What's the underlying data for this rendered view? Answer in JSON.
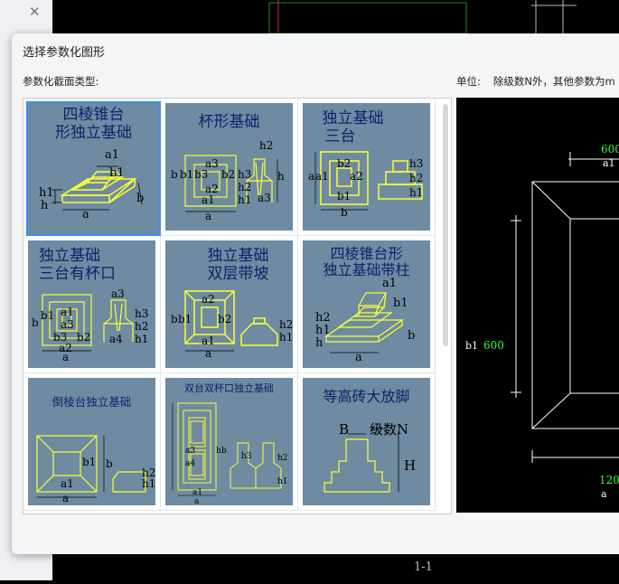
{
  "background": {
    "close_glyph": "✕",
    "section_label": "1-1"
  },
  "dialog": {
    "title": "选择参数化图形",
    "type_label": "参数化截面类型:",
    "unit_label": "单位:",
    "unit_desc": "除级数N外，其他参数为m"
  },
  "colors": {
    "thumb_bg": "#6e8ba2",
    "thumb_title": "#0e1f6b",
    "shape_line": "#ffff33",
    "selected_border": "#3d8ff0",
    "dim_green": "#33ff33"
  },
  "gallery": {
    "selected_index": 0,
    "items": [
      {
        "title": [
          "四棱锥台",
          "形独立基础"
        ],
        "icon": "pyramid-frustum-footing-icon",
        "labels": {
          "a1": "a1",
          "b1": "b1",
          "h1": "h1",
          "h": "h",
          "a": "a",
          "b": "b"
        }
      },
      {
        "title": [
          "杯形基础"
        ],
        "icon": "cup-footing-icon",
        "labels": {
          "a1": "a1",
          "a2": "a2",
          "a3": "a3",
          "b": "b",
          "b1": "b1",
          "b2": "b2",
          "b3": "b3",
          "h1": "h1",
          "h2": "h2",
          "h3": "h3",
          "h": "h",
          "a": "a"
        }
      },
      {
        "title": [
          "独立基础",
          "三台"
        ],
        "icon": "three-step-footing-icon",
        "labels": {
          "a": "a",
          "a1": "a1",
          "a2": "a2",
          "b": "b",
          "b1": "b1",
          "b2": "b2",
          "h1": "h1",
          "h2": "h2",
          "h3": "h3"
        }
      },
      {
        "title": [
          "独立基础",
          "三台有杯口"
        ],
        "icon": "three-step-cup-footing-icon",
        "labels": {
          "a": "a",
          "a1": "a1",
          "a2": "a2",
          "a3": "a3",
          "a4": "a4",
          "b": "b",
          "b1": "b1",
          "b2": "b2",
          "b3": "b3",
          "h1": "h1",
          "h2": "h2",
          "h3": "h3"
        }
      },
      {
        "title": [
          "独立基础",
          "双层带坡"
        ],
        "icon": "two-layer-slope-footing-icon",
        "labels": {
          "a": "a",
          "a1": "a1",
          "a2": "a2",
          "b": "b",
          "b1": "b1",
          "b2": "b2",
          "h1": "h1",
          "h2": "h2"
        }
      },
      {
        "title": [
          "四棱锥台形",
          "独立基础带柱"
        ],
        "icon": "frustum-footing-with-column-icon",
        "labels": {
          "a": "a",
          "a1": "a1",
          "b": "b",
          "b1": "b1",
          "h": "h",
          "h1": "h1",
          "h2": "h2"
        }
      },
      {
        "title": [
          "倒棱台独立基础"
        ],
        "icon": "inverted-frustum-footing-icon",
        "labels": {
          "a": "a",
          "a1": "a1",
          "b": "b",
          "b1": "b1",
          "h2": "h2",
          "h1": "h1"
        }
      },
      {
        "title": [
          "双台双杯口独立基础"
        ],
        "icon": "double-cup-footing-icon",
        "labels": {
          "a": "a",
          "a1": "a1",
          "a3": "a3",
          "a4": "a4",
          "b": "b",
          "h": "h",
          "h1": "h1",
          "h2": "h2",
          "h3": "h3"
        }
      },
      {
        "title": [
          "等高砖大放脚"
        ],
        "icon": "brick-spread-footing-icon",
        "labels": {
          "B": "B",
          "N": "级数N",
          "H": "H"
        }
      }
    ]
  },
  "preview": {
    "dims": {
      "top": "600",
      "a1": "a1",
      "b1_label": "b1",
      "b1_value": "600",
      "bottom": "120",
      "a": "a"
    }
  }
}
